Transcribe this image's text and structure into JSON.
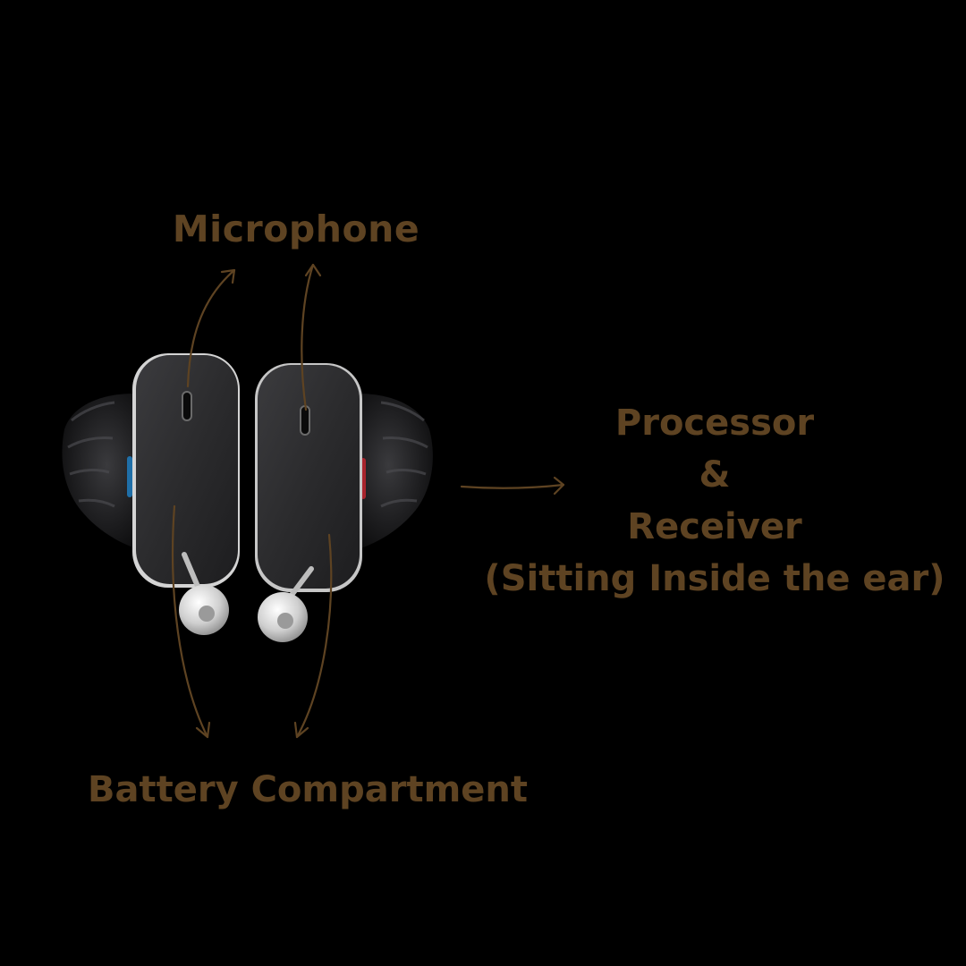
{
  "colors": {
    "background": "#000000",
    "label": "#5e4322",
    "arrow": "#5e4322",
    "device_body": "#2a2a2c",
    "device_rim": "#c9c9c9",
    "shell": "#1c1c1e"
  },
  "labels": {
    "microphone": "Microphone",
    "battery": "Battery Compartment",
    "processor_line1": "Processor",
    "processor_line2": "&",
    "processor_line3": "Receiver",
    "processor_line4": "(Sitting Inside the ear)"
  },
  "icons": {
    "device": "hearing-aid-pair-icon"
  }
}
